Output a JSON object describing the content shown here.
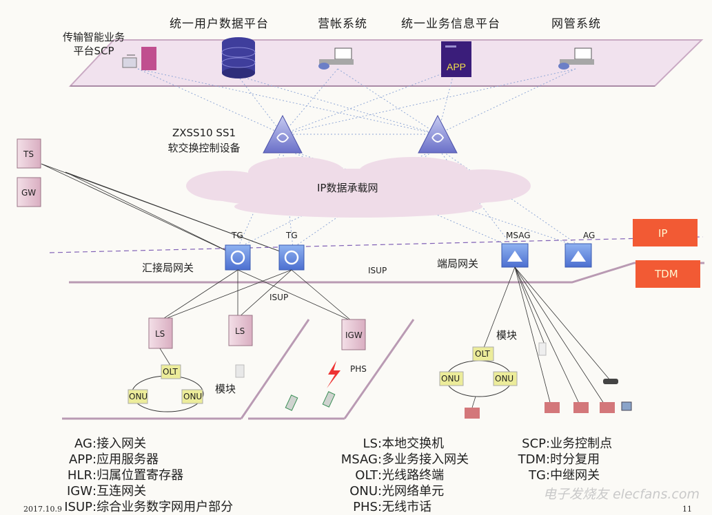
{
  "top_platform": {
    "scp": [
      "传输智能业务",
      "平台SCP"
    ],
    "unified_user_data": "统一用户数据平台",
    "billing": "营帐系统",
    "unified_service_info": "统一业务信息平台",
    "nms": "网管系统",
    "app_badge": "APP"
  },
  "softswitch": [
    "ZXSS10 SS1",
    "软交换控制设备"
  ],
  "ip_cloud": "IP数据承载网",
  "ts": "TS",
  "gw": "GW",
  "tg1": "TG",
  "tg2": "TG",
  "msag": "MSAG",
  "ag": "AG",
  "ip_tag": "IP",
  "tdm_tag": "TDM",
  "tandem_gateway": "汇接局网关",
  "isup_top": "ISUP",
  "end_office_gateway": "端局网关",
  "isup_mid": "ISUP",
  "ls1": "LS",
  "ls2": "LS",
  "igw": "IGW",
  "olt_left": "OLT",
  "onu_left1": "ONU",
  "onu_left2": "ONU",
  "module_left": "模块",
  "phs": "PHS",
  "module_right": "模块",
  "olt_right": "OLT",
  "onu_right1": "ONU",
  "onu_right2": "ONU",
  "legend_col1": [
    {
      "key": "AG",
      "desc": "接入网关"
    },
    {
      "key": "APP",
      "desc": "应用服务器"
    },
    {
      "key": "HLR",
      "desc": "归属位置寄存器"
    },
    {
      "key": "IGW",
      "desc": "互连网关"
    },
    {
      "key": "ISUP",
      "desc": "综合业务数字网用户部分"
    }
  ],
  "legend_col2": [
    {
      "key": "LS",
      "desc": "本地交换机"
    },
    {
      "key": "MSAG",
      "desc": "多业务接入网关"
    },
    {
      "key": "OLT",
      "desc": "光线路终端"
    },
    {
      "key": "ONU",
      "desc": "光网络单元"
    },
    {
      "key": "PHS",
      "desc": "无线市话"
    }
  ],
  "legend_col3": [
    {
      "key": "SCP",
      "desc": "业务控制点"
    },
    {
      "key": "TDM",
      "desc": "时分复用"
    },
    {
      "key": "TG",
      "desc": "中继网关"
    }
  ],
  "footer_date": "2017.10.9",
  "footer_page": "11",
  "watermark": "电子发烧友 elecfans.com",
  "colors": {
    "platform": "#efe0ec",
    "switch": "#8a8fd6",
    "gateway": "#6f8fe0",
    "rack": "#e8c9d6",
    "ip_tag": "#f25a34",
    "tdm_tag": "#f25a34",
    "onu": "#ecec9a",
    "dashed": "#7f5fb5"
  }
}
